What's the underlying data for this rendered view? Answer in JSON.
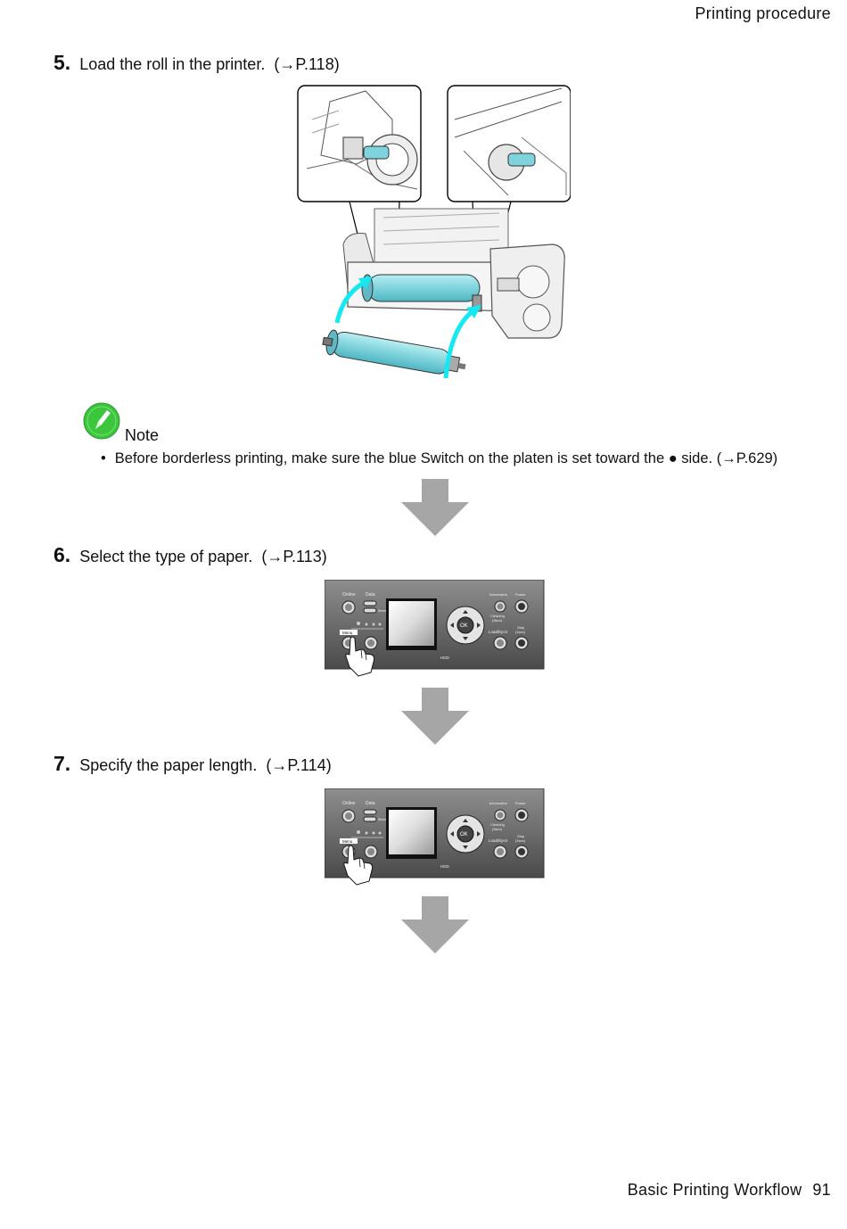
{
  "header": {
    "title": "Printing procedure"
  },
  "steps": [
    {
      "number": "5.",
      "text": "Load the roll in the printer.",
      "ref": "(→P.118)"
    },
    {
      "number": "6.",
      "text": "Select the type of paper.",
      "ref": "(→P.113)"
    },
    {
      "number": "7.",
      "text": "Specify the paper length.",
      "ref": "(→P.114)"
    }
  ],
  "note": {
    "label": "Note",
    "items": [
      "Before borderless printing, make sure the blue Switch on the platen is set toward the ● side. (→P.629)"
    ]
  },
  "panel": {
    "labels": {
      "online": "Online",
      "data": "Data",
      "message": "Message",
      "information": "Information",
      "power": "Power",
      "cleaning": "Cleaning",
      "cleaning_sub": "(3sec)",
      "menu": "Menu",
      "ok": "OK",
      "load_eject": "Load/Eject",
      "stop": "Stop",
      "stop_sub": "(1sec)",
      "hdd": "HDD"
    }
  },
  "footer": {
    "section": "Basic Printing Workflow",
    "page": "91"
  },
  "colors": {
    "roll": "#7fd3dc",
    "arrow_cyan": "#14e8f0",
    "flow_arrow": "#a6a6a6",
    "note_icon": "#3cc63c"
  }
}
